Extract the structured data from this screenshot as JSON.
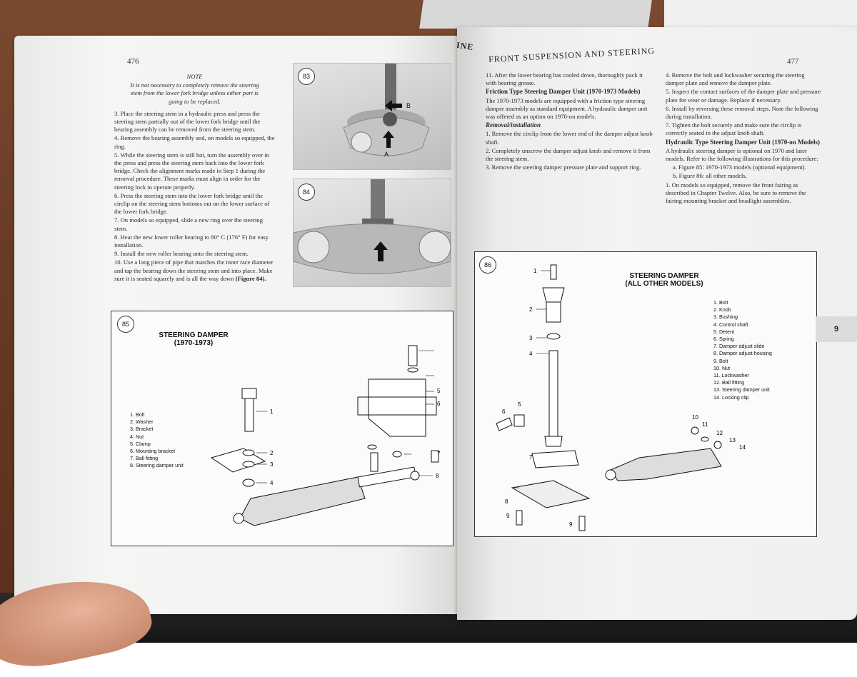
{
  "left_page": {
    "page_number": "476",
    "note_title": "NOTE",
    "note_text": "It is not necessary to completely remove the steering stem from the lower fork bridge unless either part is going to be replaced.",
    "steps": [
      "3. Place the steering stem in a hydraulic press and press the steering stem partially out of the lower fork bridge until the bearing assembly can be removed from the steering stem.",
      "4. Remove the bearing assembly and, on models so equipped, the ring.",
      "5. While the steering stem is still hot, turn the assembly over in the press and press the steering stem back into the lower fork bridge. Check the alignment marks made in Step 1 during the removal procedure. These marks must align in order for the steering lock to operate properly.",
      "6. Press the steering stem into the lower fork bridge until the circlip on the steering stem bottoms out on the lower surface of the lower fork bridge.",
      "7. On models so equipped, slide a new ring over the steering stem.",
      "8. Heat the new lower roller bearing to 80° C (176° F) for easy installation.",
      "9. Install the new roller bearing onto the steering stem.",
      "10. Use a long piece of pipe that matches the inner race diameter and tap the bearing down the steering stem and into place. Make sure it is seated squarely and is all the way down"
    ],
    "step10_ref": "(Figure 84).",
    "figure83": {
      "badge": "83",
      "label_a": "A",
      "label_b": "B"
    },
    "figure84": {
      "badge": "84"
    },
    "figure85": {
      "badge": "85",
      "title_line1": "STEERING DAMPER",
      "title_line2": "(1970-1973)",
      "legend": [
        "1. Bolt",
        "2. Washer",
        "3. Bracket",
        "4. Nut",
        "5. Clamp",
        "6. Mounting bracket",
        "7. Ball fitting",
        "8. Steering damper unit"
      ],
      "callouts": [
        "1",
        "2",
        "3",
        "4",
        "5",
        "6",
        "7",
        "8"
      ]
    }
  },
  "right_page": {
    "chapter": "CHAPTER NINE",
    "running_head": "FRONT SUSPENSION AND STEERING",
    "page_number": "477",
    "col1": {
      "step11": "11. After the lower bearing has cooled down, thoroughly pack it with bearing grease.",
      "heading1": "Friction Type Steering Damper Unit (1970-1973 Models)",
      "para1": "The 1970-1973 models are equipped with a friction type steering damper assembly as standard equipment. A hydraulic damper unit was offered as an option on 1970-on models.",
      "subheading": "Removal/installation",
      "steps": [
        "1. Remove the circlip from the lower end of the damper adjust knob shaft.",
        "2. Completely unscrew the damper adjust knob and remove it from the steering stem.",
        "3. Remove the steering damper pressure plate and support ring."
      ]
    },
    "col2": {
      "steps": [
        "4. Remove the bolt and lockwasher securing the steering damper plate and remove the damper plate.",
        "5. Inspect the contact surfaces of the damper plate and pressure plate for wear or damage. Replace if necessary.",
        "6. Install by reversing these removal steps. Note the following during installation.",
        "7. Tighten the bolt securely and make sure the circlip is correctly seated in the adjust knob shaft."
      ],
      "heading2": "Hydraulic Type Steering Damper Unit (1970-on Models)",
      "para2": "A hydraulic steering damper is optional on 1970 and later models. Refer to the following illustrations for this procedure:",
      "item_a": "a. Figure 85: 1970-1973 models (optional equipment).",
      "item_b": "b. Figure 86: all other models.",
      "step1": "1. On models so equipped, remove the front fairing as described in Chapter Twelve. Also, be sure to remove the fairing mounting bracket and headlight assemblies."
    },
    "figure86": {
      "badge": "86",
      "title_line1": "STEERING DAMPER",
      "title_line2": "(ALL OTHER MODELS)",
      "legend": [
        "1. Bolt",
        "2. Knob",
        "3. Bushing",
        "4. Control shaft",
        "5. Detent",
        "6. Spring",
        "7. Damper adjust slide",
        "8. Damper adjust housing",
        "9. Bolt",
        "10. Nut",
        "11. Lockwasher",
        "12. Ball fitting",
        "13. Steering damper unit",
        "14. Locking clip"
      ],
      "callouts": [
        "1",
        "2",
        "3",
        "4",
        "5",
        "6",
        "7",
        "8",
        "9",
        "9",
        "10",
        "11",
        "12",
        "13",
        "14"
      ]
    },
    "tab_label": "9"
  }
}
